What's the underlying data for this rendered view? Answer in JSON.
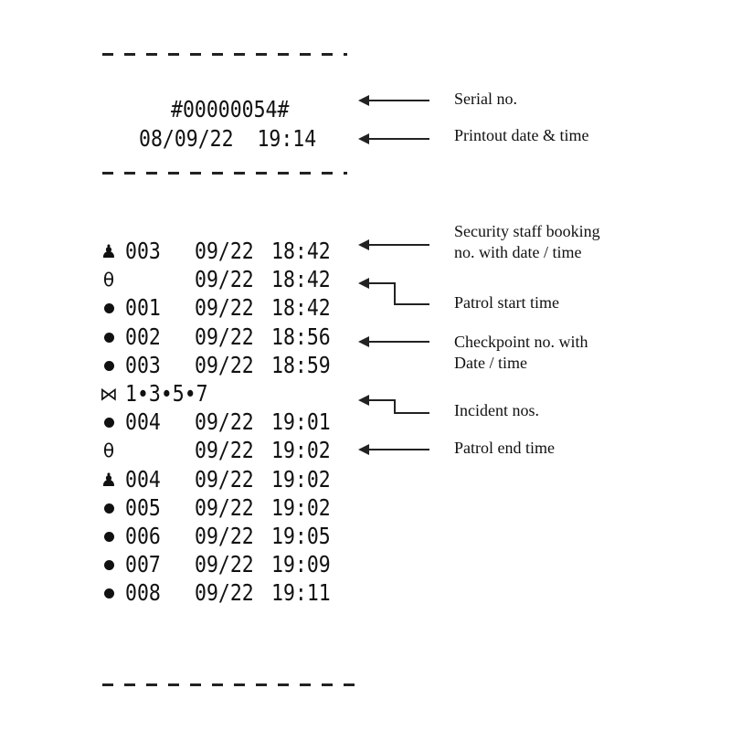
{
  "header": {
    "serial": "#00000054#",
    "printout": "08/09/22  19:14"
  },
  "rows": [
    {
      "symbol": "staff-icon",
      "glyph": "♟",
      "no": "003",
      "date": "09/22",
      "time": "18:42"
    },
    {
      "symbol": "patrol-icon",
      "glyph": "θ",
      "no": "",
      "date": "09/22",
      "time": "18:42"
    },
    {
      "symbol": "checkpoint-icon",
      "glyph": "",
      "no": "001",
      "date": "09/22",
      "time": "18:42"
    },
    {
      "symbol": "checkpoint-icon",
      "glyph": "",
      "no": "002",
      "date": "09/22",
      "time": "18:56"
    },
    {
      "symbol": "checkpoint-icon",
      "glyph": "",
      "no": "003",
      "date": "09/22",
      "time": "18:59"
    },
    {
      "symbol": "incident-icon",
      "glyph": "⋈",
      "no": "1∙3∙5∙7",
      "date": "",
      "time": ""
    },
    {
      "symbol": "checkpoint-icon",
      "glyph": "",
      "no": "004",
      "date": "09/22",
      "time": "19:01"
    },
    {
      "symbol": "patrol-icon",
      "glyph": "θ",
      "no": "",
      "date": "09/22",
      "time": "19:02"
    },
    {
      "symbol": "staff-icon",
      "glyph": "♟",
      "no": "004",
      "date": "09/22",
      "time": "19:02"
    },
    {
      "symbol": "checkpoint-icon",
      "glyph": "",
      "no": "005",
      "date": "09/22",
      "time": "19:02"
    },
    {
      "symbol": "checkpoint-icon",
      "glyph": "",
      "no": "006",
      "date": "09/22",
      "time": "19:05"
    },
    {
      "symbol": "checkpoint-icon",
      "glyph": "",
      "no": "007",
      "date": "09/22",
      "time": "19:09"
    },
    {
      "symbol": "checkpoint-icon",
      "glyph": "",
      "no": "008",
      "date": "09/22",
      "time": "19:11"
    }
  ],
  "annotations": {
    "serial_no": "Serial no.",
    "printout_datetime": "Printout date & time",
    "staff_booking_line1": "Security staff booking",
    "staff_booking_line2": "no. with date / time",
    "patrol_start": "Patrol start time",
    "checkpoint_line1": "Checkpoint no. with",
    "checkpoint_line2": "Date / time",
    "incident_nos": "Incident nos.",
    "patrol_end": "Patrol end time"
  }
}
